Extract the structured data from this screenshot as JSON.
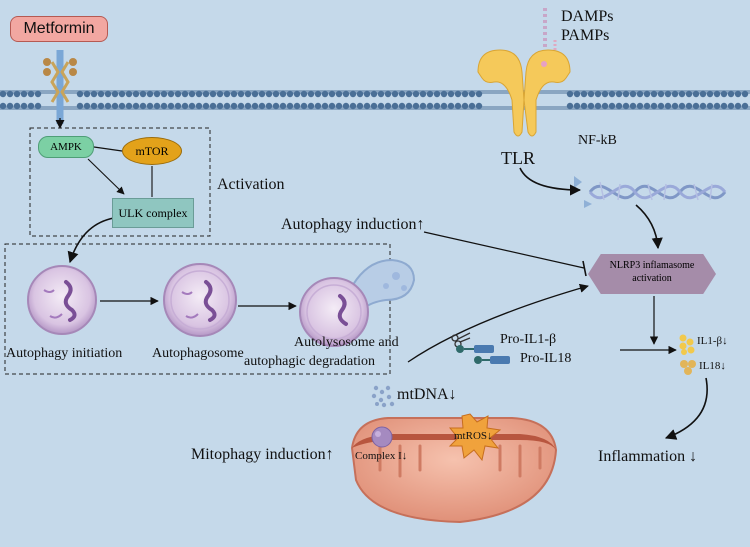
{
  "labels": {
    "metformin": "Metformin",
    "damps": "DAMPs",
    "pamps": "PAMPs",
    "ampk": "AMPK",
    "mtor": "mTOR",
    "ulk_complex": "ULK complex",
    "activation": "Activation",
    "tlr": "TLR",
    "nfkb": "NF-kB",
    "autophagy_induction": "Autophagy induction↑",
    "nlrp3_line1": "NLRP3 inflamasome",
    "nlrp3_line2": "activation",
    "autophagy_initiation": "Autophagy initiation",
    "autophagosome": "Autophagosome",
    "autolysosome_line1": "Autolysosome and",
    "autolysosome_line2": "autophagic degradation",
    "pro_il1b": "Pro-IL1-β",
    "pro_il18": "Pro-IL18",
    "il1b": "IL1-β↓",
    "il18": "IL18↓",
    "mtdna": "mtDNA↓",
    "mitophagy_induction": "Mitophagy induction↑",
    "complex_i": "Complex I↓",
    "mtros": "mtROS↓",
    "inflammation": "Inflammation ↓"
  },
  "colors": {
    "background": "#c5d9ea",
    "membrane_head": "#4a6f96",
    "metformin_fill": "#f2a7a1",
    "ampk_fill": "#7cd0a4",
    "mtor_fill": "#e3a21a",
    "ulk_fill": "#8fc6c0",
    "nlrp3_fill": "#a58ca9",
    "tlr_receptor": "#f5c95a",
    "mitochondrion": "#e89a82",
    "mtros_burst": "#f0a23c",
    "il_bead": "#f2c94c"
  },
  "icons": [
    "scissors-icon",
    "dna-helix-icon",
    "receptor-icon",
    "mitochondrion-icon",
    "vesicle-icon"
  ]
}
